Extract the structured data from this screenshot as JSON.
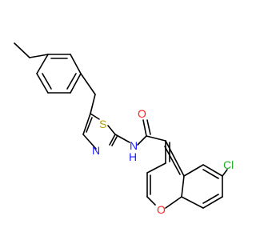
{
  "atoms": {
    "sulfur": "S",
    "nitrogen_ring": "N",
    "amide_nh": "N",
    "amide_h": "H",
    "carbonyl_oxygen": "O",
    "ring_oxygen": "O",
    "chlorine": "Cl"
  },
  "colors": {
    "bond": "#000000",
    "sulfur": "#b8a000",
    "nitrogen": "#2020ff",
    "oxygen": "#ff2020",
    "chlorine": "#20b020"
  }
}
